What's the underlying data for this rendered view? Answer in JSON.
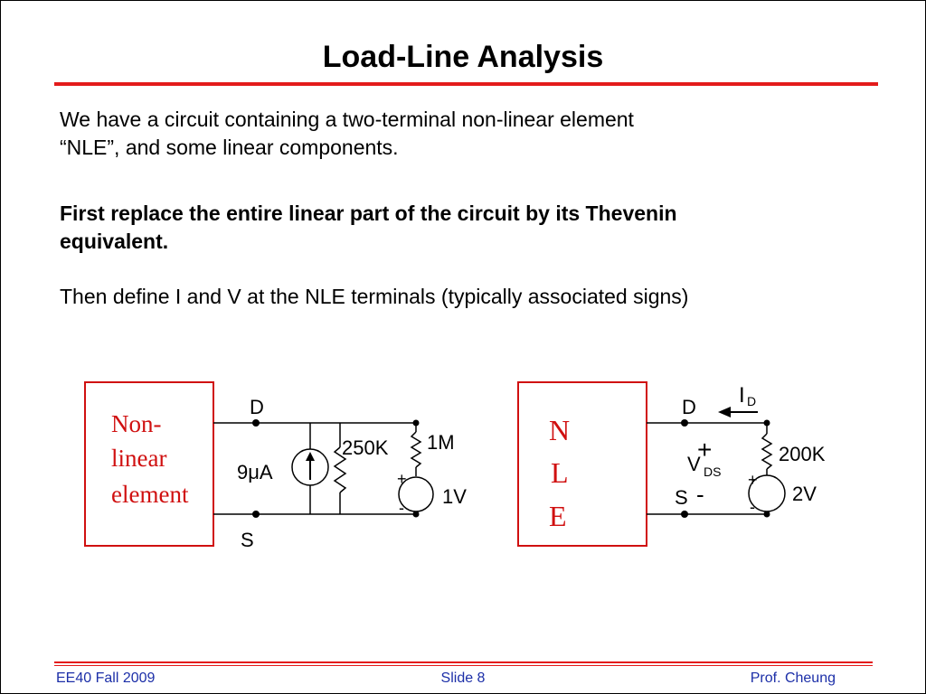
{
  "title": "Load-Line Analysis",
  "body": {
    "paragraph1_line1": "We have a circuit containing a two-terminal non-linear element",
    "paragraph1_line2": "“NLE”, and some linear components.",
    "paragraph2_line1": "First replace the entire linear part of the circuit by its Thevenin",
    "paragraph2_line2": "equivalent.",
    "paragraph3": "Then define I and V at the NLE terminals (typically associated signs)"
  },
  "left_circuit": {
    "nle_line1": "Non-",
    "nle_line2": "linear",
    "nle_line3": "element",
    "terminal_top": "D",
    "terminal_bottom": "S",
    "current_source": "9μA",
    "resistor_parallel": "250K",
    "resistor_series": "1M",
    "source_plus": "+",
    "source_minus": "-",
    "source_value": "1V"
  },
  "right_circuit": {
    "nle_line1": "N",
    "nle_line2": "L",
    "nle_line3": "E",
    "current_label": "I",
    "current_subscript": "D",
    "terminal_top": "D",
    "terminal_bottom": "S",
    "voltage_label": "V",
    "voltage_subscript": "DS",
    "voltage_plus": "+",
    "voltage_minus": "-",
    "resistor": "200K",
    "source_plus": "+",
    "source_minus": "-",
    "source_value": "2V"
  },
  "footer": {
    "left": "EE40 Fall 2009",
    "center": "Slide 8",
    "right": "Prof. Cheung"
  },
  "colors": {
    "accent_red": "#e31b1b",
    "footer_blue": "#1c2fa8",
    "nle_text_red": "#d01010"
  }
}
